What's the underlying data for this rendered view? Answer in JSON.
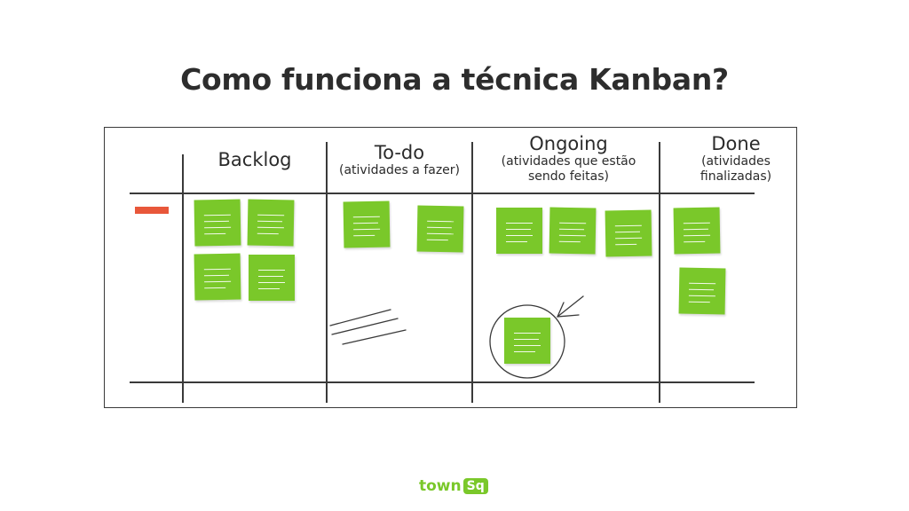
{
  "title": "Como funciona a técnica Kanban?",
  "columns": [
    {
      "name": "Backlog",
      "subtitle": ""
    },
    {
      "name": "To-do",
      "subtitle": "(atividades a fazer)"
    },
    {
      "name": "Ongoing",
      "subtitle": "(atividades que estão sendo feitas)"
    },
    {
      "name": "Done",
      "subtitle": "(atividades finalizadas)"
    }
  ],
  "note_color": "#7ac82a",
  "marker_color": "#e8573a",
  "logo": {
    "text": "town",
    "badge": "Sq",
    "color": "#7ac82a"
  }
}
